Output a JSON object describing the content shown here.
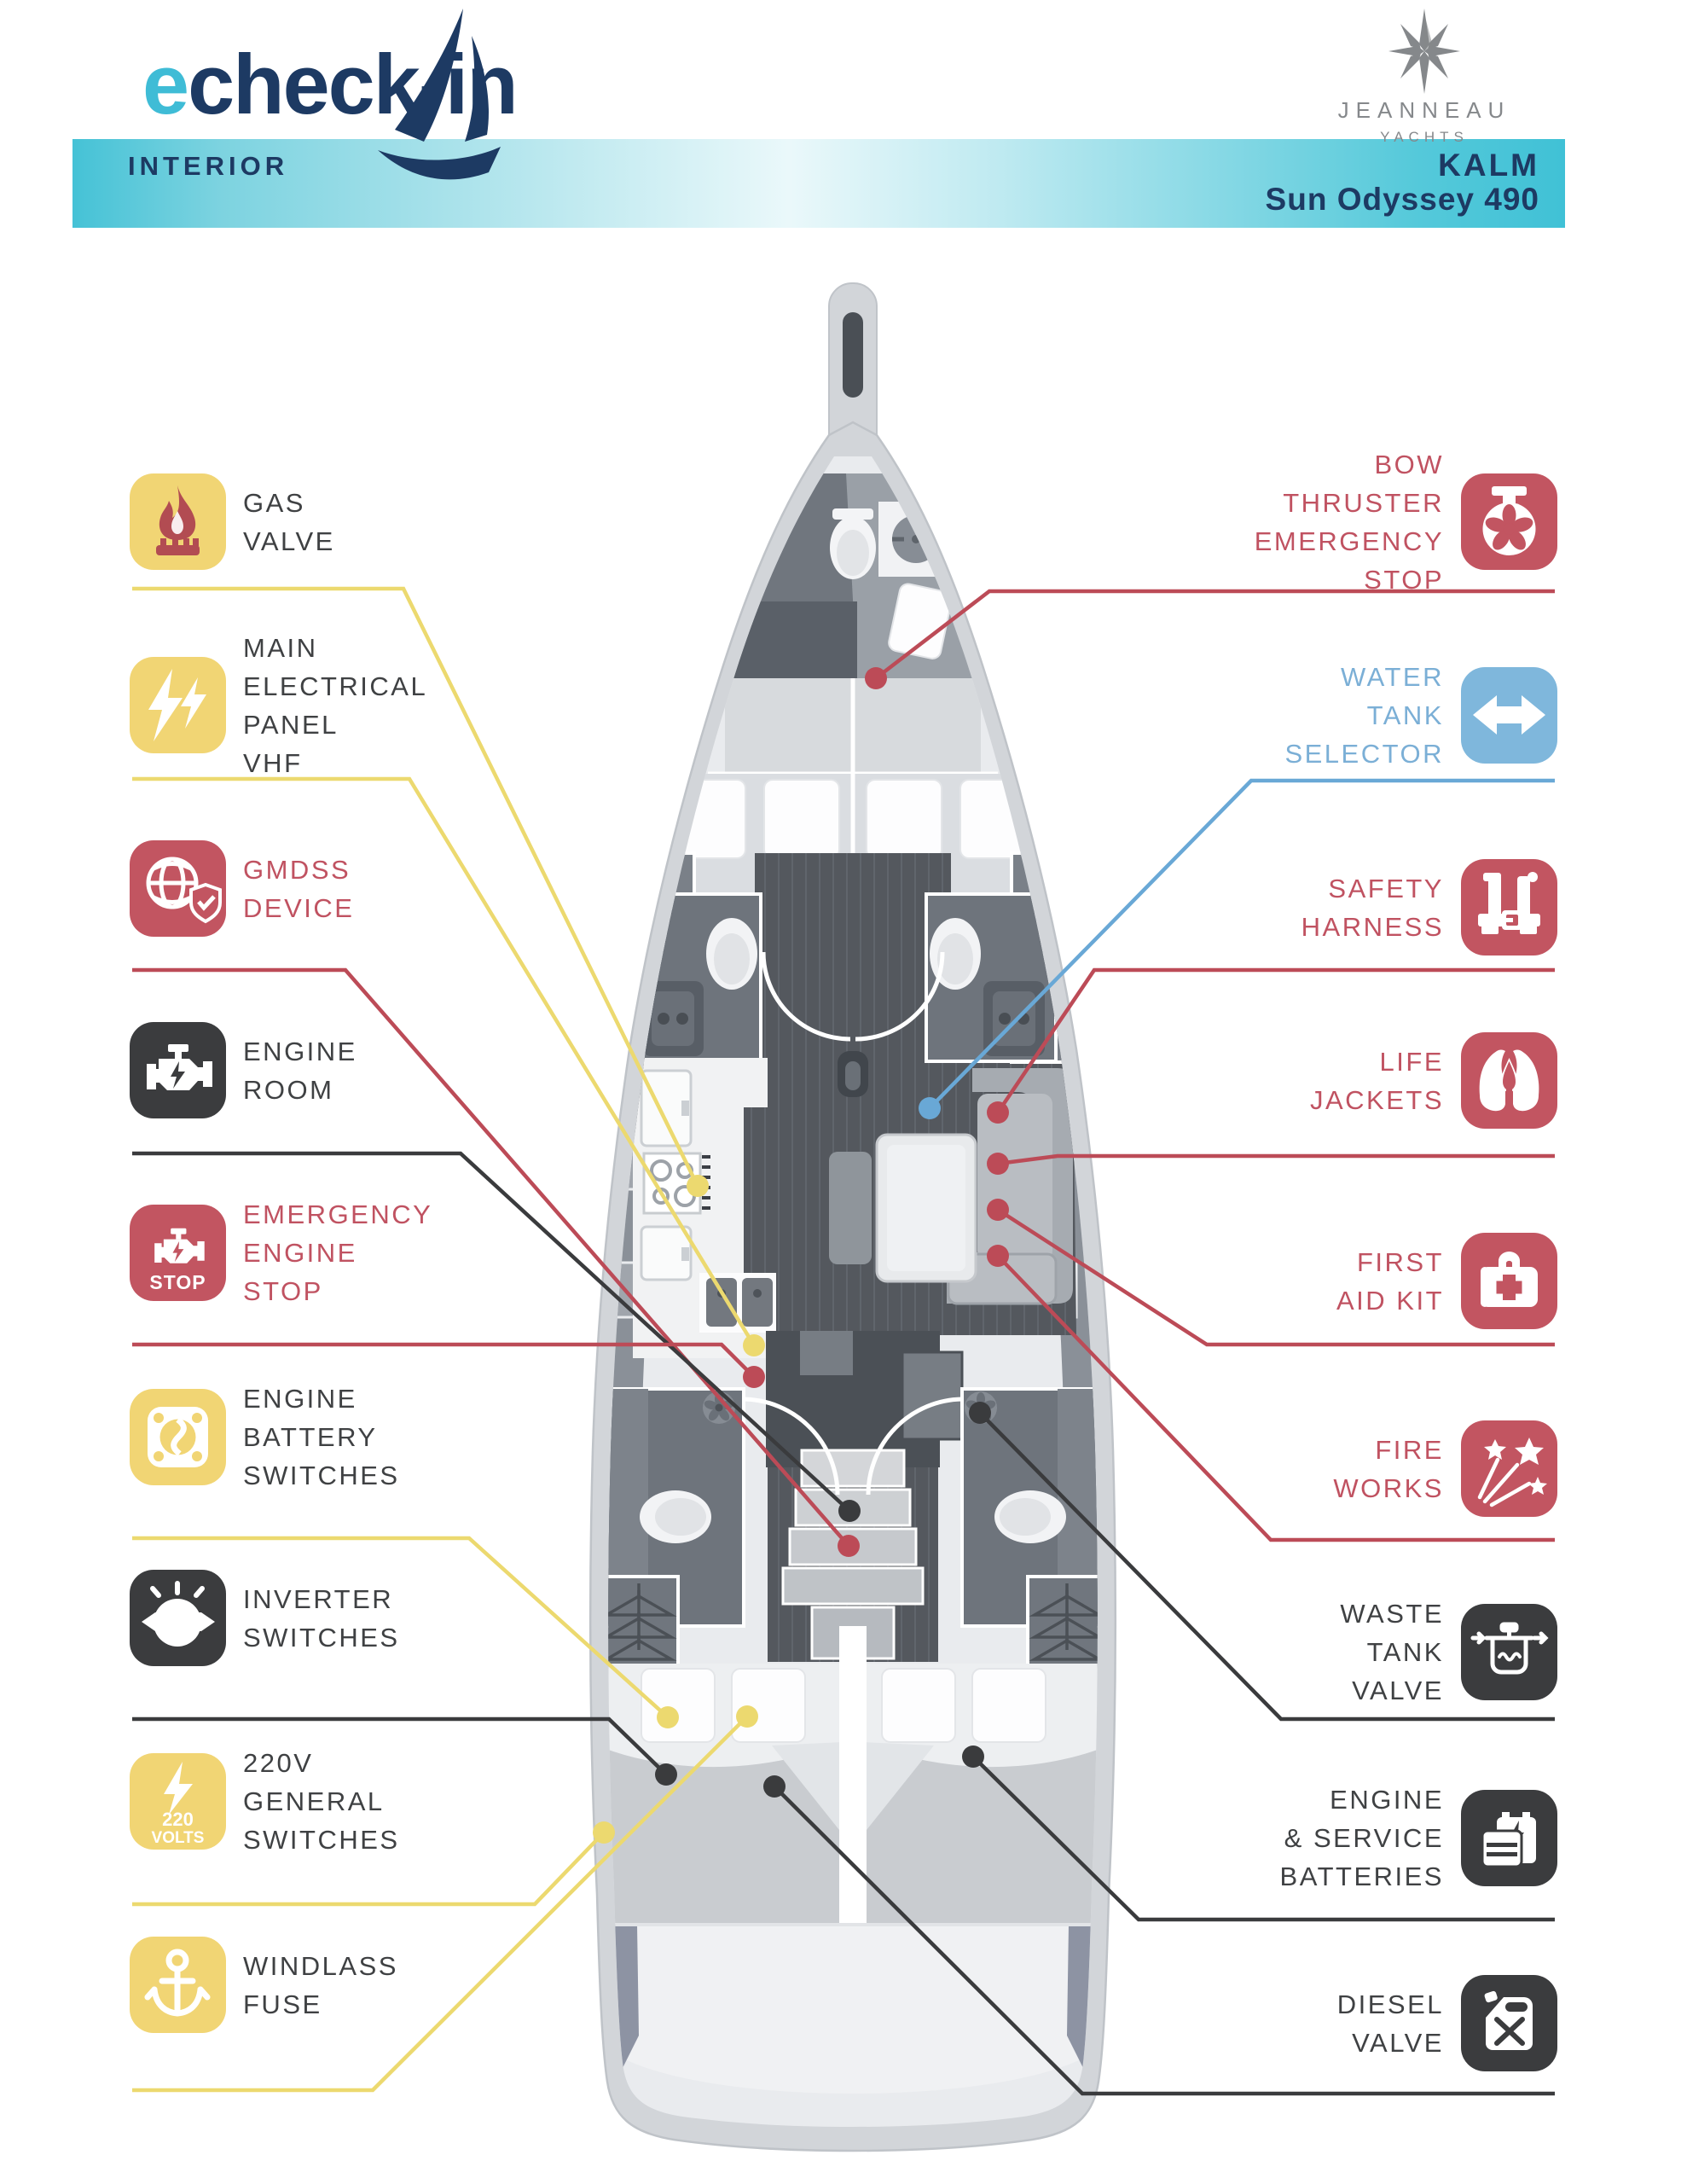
{
  "header": {
    "logo_e": "e",
    "logo_rest": "check-in",
    "section_label": "INTERIOR",
    "brand_name": "JEANNEAU",
    "brand_sub": "YACHTS",
    "boat_name": "KALM",
    "boat_model": "Sun Odyssey 490"
  },
  "colors": {
    "yellow": "#F1D574",
    "yellow_line": "#ECD96F",
    "red": "#C25561",
    "red_text": "#C05261",
    "red_line": "#BC4B57",
    "dark": "#3B3C3E",
    "dark_text": "#3F4143",
    "dark_line": "#3A3B3D",
    "blue": "#7FB7DC",
    "blue_text": "#7BAFD6",
    "blue_line": "#69A8D6",
    "navy": "#1D3A63",
    "cyan": "#3FBCD6"
  },
  "left_items": [
    {
      "id": "gas-valve",
      "label_lines": [
        "GAS",
        "VALVE"
      ],
      "color": "yellow",
      "label_color": "dark",
      "icon": "flame-icon"
    },
    {
      "id": "main-electrical-panel",
      "label_lines": [
        "MAIN",
        "ELECTRICAL",
        "PANEL",
        "VHF"
      ],
      "color": "yellow",
      "label_color": "dark",
      "icon": "double-lightning-icon"
    },
    {
      "id": "gmdss-device",
      "label_lines": [
        "GMDSS",
        "DEVICE"
      ],
      "color": "red",
      "label_color": "red",
      "icon": "globe-shield-icon"
    },
    {
      "id": "engine-room",
      "label_lines": [
        "ENGINE",
        "ROOM"
      ],
      "color": "dark",
      "label_color": "dark",
      "icon": "engine-icon"
    },
    {
      "id": "emergency-engine-stop",
      "label_lines": [
        "EMERGENCY",
        "ENGINE",
        "STOP"
      ],
      "color": "red",
      "label_color": "red",
      "icon": "engine-stop-icon",
      "icon_text": "STOP"
    },
    {
      "id": "engine-battery-switches",
      "label_lines": [
        "ENGINE",
        "BATTERY",
        "SWITCHES"
      ],
      "color": "yellow",
      "label_color": "dark",
      "icon": "battery-switch-icon"
    },
    {
      "id": "inverter-switches",
      "label_lines": [
        "INVERTER",
        "SWITCHES"
      ],
      "color": "dark",
      "label_color": "dark",
      "icon": "rotary-switch-icon"
    },
    {
      "id": "220v-general-switches",
      "label_lines": [
        "220V",
        "GENERAL",
        "SWITCHES"
      ],
      "color": "yellow",
      "label_color": "dark",
      "icon": "lightning-220v-icon",
      "icon_text_1": "220",
      "icon_text_2": "VOLTS"
    },
    {
      "id": "windlass-fuse",
      "label_lines": [
        "WINDLASS",
        "FUSE"
      ],
      "color": "yellow",
      "label_color": "dark",
      "icon": "anchor-icon"
    }
  ],
  "right_items": [
    {
      "id": "bow-thruster-emergency-stop",
      "label_lines": [
        "BOW",
        "THRUSTER",
        "EMERGENCY",
        "STOP"
      ],
      "color": "red",
      "label_color": "red",
      "icon": "bow-thruster-icon"
    },
    {
      "id": "water-tank-selector",
      "label_lines": [
        "WATER",
        "TANK",
        "SELECTOR"
      ],
      "color": "blue",
      "label_color": "blue",
      "icon": "double-arrow-icon"
    },
    {
      "id": "safety-harness",
      "label_lines": [
        "SAFETY",
        "HARNESS"
      ],
      "color": "red",
      "label_color": "red",
      "icon": "harness-icon"
    },
    {
      "id": "life-jackets",
      "label_lines": [
        "LIFE",
        "JACKETS"
      ],
      "color": "red",
      "label_color": "red",
      "icon": "life-jacket-icon"
    },
    {
      "id": "first-aid-kit",
      "label_lines": [
        "FIRST",
        "AID KIT"
      ],
      "color": "red",
      "label_color": "red",
      "icon": "first-aid-icon"
    },
    {
      "id": "fire-works",
      "label_lines": [
        "FIRE",
        "WORKS"
      ],
      "color": "red",
      "label_color": "red",
      "icon": "fireworks-icon"
    },
    {
      "id": "waste-tank-valve",
      "label_lines": [
        "WASTE",
        "TANK",
        "VALVE"
      ],
      "color": "dark",
      "label_color": "dark",
      "icon": "waste-tank-icon"
    },
    {
      "id": "engine-service-batteries",
      "label_lines": [
        "ENGINE",
        "& SERVICE",
        "BATTERIES"
      ],
      "color": "dark",
      "label_color": "dark",
      "icon": "batteries-icon"
    },
    {
      "id": "diesel-valve",
      "label_lines": [
        "DIESEL",
        "VALVE"
      ],
      "color": "dark",
      "label_color": "dark",
      "icon": "jerry-can-icon"
    }
  ]
}
